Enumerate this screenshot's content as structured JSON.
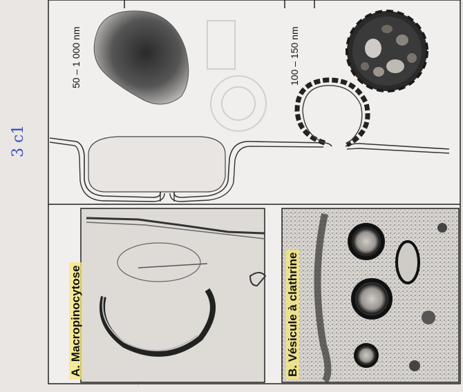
{
  "panels": {
    "a_title": "A. Macropinocytose",
    "b_title": "B. Vésicule à clathrine"
  },
  "sizes": {
    "macropinosome": "50 – 1 000 nm",
    "clathrin_vesicle": "100 – 150 nm"
  },
  "margin_note": "3 c1",
  "colors": {
    "paper": "#e9e6e4",
    "ink": "#111111",
    "highlight": "#f6e878",
    "pen": "#3a4fc0"
  }
}
